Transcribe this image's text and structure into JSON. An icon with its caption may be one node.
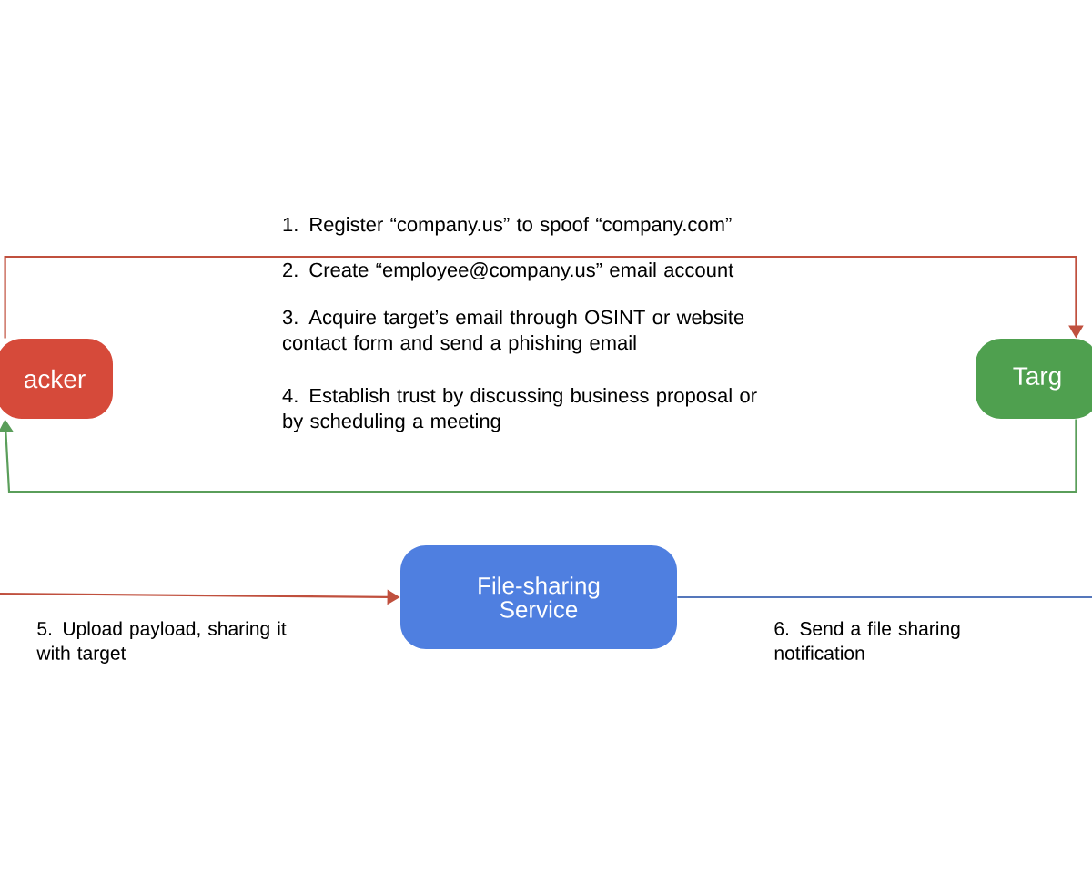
{
  "diagram": {
    "nodes": [
      {
        "text": [
          "acker"
        ]
      },
      {
        "text": [
          "Targ"
        ]
      },
      {
        "text": [
          "File-sharing Service"
        ]
      }
    ],
    "edges": [
      {
        "from": 0,
        "to": 1,
        "arrow": "to",
        "color": "#c0503e"
      },
      {
        "from": 1,
        "to": 0,
        "arrow": "to",
        "color": "#5a9e5a"
      },
      {
        "from": null,
        "to": 2,
        "arrow": "to",
        "color": "#c0503e",
        "label": "5. Upload payload, sharing it with target"
      },
      {
        "from": 2,
        "to": null,
        "arrow": "none",
        "color": "#5577bb",
        "label": "6. Send a file sharing notification"
      }
    ],
    "labels": [
      "1. Register “company.us” to spoof “company.com”",
      "2. Create “employee@company.us” email account",
      "3. Acquire target’s email through OSINT or website contact form and send a phishing email",
      "4. Establish trust by discussing business proposal or by scheduling a meeting"
    ]
  }
}
